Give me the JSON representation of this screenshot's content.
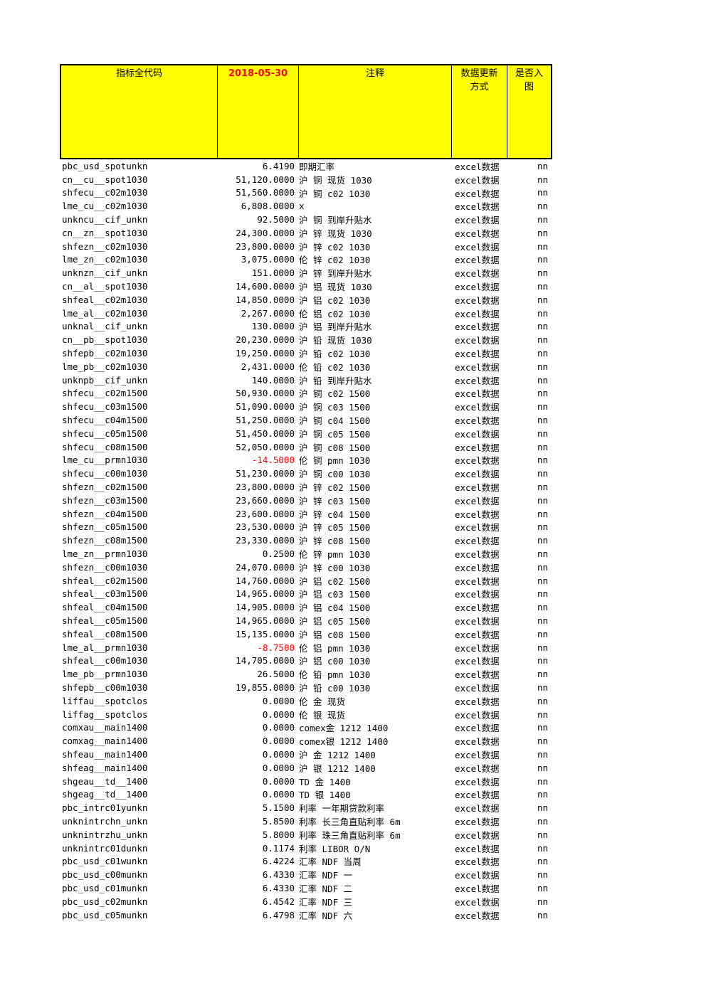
{
  "header": {
    "code": "指标全代码",
    "date": "2018-05-30",
    "note": "注释",
    "update_line1": "数据更新",
    "update_line2": "方式",
    "chart_line1": "是否入",
    "chart_line2": "图"
  },
  "rows": [
    {
      "code": "pbc_usd_spotunkn",
      "value": "6.4190",
      "note": "即期汇率",
      "method": "excel数据",
      "flag": "nn",
      "neg": false
    },
    {
      "code": "cn__cu__spot1030",
      "value": "51,120.0000",
      "note": "沪 铜 现货 1030",
      "method": "excel数据",
      "flag": "nn",
      "neg": false
    },
    {
      "code": "shfecu__c02m1030",
      "value": "51,560.0000",
      "note": "沪 铜 c02 1030",
      "method": "excel数据",
      "flag": "nn",
      "neg": false
    },
    {
      "code": "lme_cu__c02m1030",
      "value": "6,808.0000",
      "note": "x",
      "method": "excel数据",
      "flag": "nn",
      "neg": false
    },
    {
      "code": "unkncu__cif_unkn",
      "value": "92.5000",
      "note": "沪 铜 到岸升贴水",
      "method": "excel数据",
      "flag": "nn",
      "neg": false
    },
    {
      "code": "cn__zn__spot1030",
      "value": "24,300.0000",
      "note": "沪 锌 现货 1030",
      "method": "excel数据",
      "flag": "nn",
      "neg": false
    },
    {
      "code": "shfezn__c02m1030",
      "value": "23,800.0000",
      "note": "沪 锌 c02 1030",
      "method": "excel数据",
      "flag": "nn",
      "neg": false
    },
    {
      "code": "lme_zn__c02m1030",
      "value": "3,075.0000",
      "note": "伦 锌 c02 1030",
      "method": "excel数据",
      "flag": "nn",
      "neg": false
    },
    {
      "code": "unknzn__cif_unkn",
      "value": "151.0000",
      "note": "沪 锌 到岸升贴水",
      "method": "excel数据",
      "flag": "nn",
      "neg": false
    },
    {
      "code": "cn__al__spot1030",
      "value": "14,600.0000",
      "note": "沪 铝 现货 1030",
      "method": "excel数据",
      "flag": "nn",
      "neg": false
    },
    {
      "code": "shfeal__c02m1030",
      "value": "14,850.0000",
      "note": "沪 铝 c02 1030",
      "method": "excel数据",
      "flag": "nn",
      "neg": false
    },
    {
      "code": "lme_al__c02m1030",
      "value": "2,267.0000",
      "note": "伦 铝 c02 1030",
      "method": "excel数据",
      "flag": "nn",
      "neg": false
    },
    {
      "code": "unknal__cif_unkn",
      "value": "130.0000",
      "note": "沪 铝 到岸升贴水",
      "method": "excel数据",
      "flag": "nn",
      "neg": false
    },
    {
      "code": "cn__pb__spot1030",
      "value": "20,230.0000",
      "note": "沪 铅 现货 1030",
      "method": "excel数据",
      "flag": "nn",
      "neg": false
    },
    {
      "code": "shfepb__c02m1030",
      "value": "19,250.0000",
      "note": "沪 铅 c02 1030",
      "method": "excel数据",
      "flag": "nn",
      "neg": false
    },
    {
      "code": "lme_pb__c02m1030",
      "value": "2,431.0000",
      "note": "伦 铅 c02 1030",
      "method": "excel数据",
      "flag": "nn",
      "neg": false
    },
    {
      "code": "unknpb__cif_unkn",
      "value": "140.0000",
      "note": "沪 铅 到岸升贴水",
      "method": "excel数据",
      "flag": "nn",
      "neg": false
    },
    {
      "code": "shfecu__c02m1500",
      "value": "50,930.0000",
      "note": "沪 铜 c02 1500",
      "method": "excel数据",
      "flag": "nn",
      "neg": false
    },
    {
      "code": "shfecu__c03m1500",
      "value": "51,090.0000",
      "note": "沪 铜 c03 1500",
      "method": "excel数据",
      "flag": "nn",
      "neg": false
    },
    {
      "code": "shfecu__c04m1500",
      "value": "51,250.0000",
      "note": "沪 铜 c04 1500",
      "method": "excel数据",
      "flag": "nn",
      "neg": false
    },
    {
      "code": "shfecu__c05m1500",
      "value": "51,450.0000",
      "note": "沪 铜 c05 1500",
      "method": "excel数据",
      "flag": "nn",
      "neg": false
    },
    {
      "code": "shfecu__c08m1500",
      "value": "52,050.0000",
      "note": "沪 铜 c08 1500",
      "method": "excel数据",
      "flag": "nn",
      "neg": false
    },
    {
      "code": "lme_cu__prmn1030",
      "value": "-14.5000",
      "note": "伦 铜 pmn 1030",
      "method": "excel数据",
      "flag": "nn",
      "neg": true
    },
    {
      "code": "shfecu__c00m1030",
      "value": "51,230.0000",
      "note": "沪 铜 c00 1030",
      "method": "excel数据",
      "flag": "nn",
      "neg": false
    },
    {
      "code": "shfezn__c02m1500",
      "value": "23,800.0000",
      "note": "沪 锌 c02 1500",
      "method": "excel数据",
      "flag": "nn",
      "neg": false
    },
    {
      "code": "shfezn__c03m1500",
      "value": "23,660.0000",
      "note": "沪 锌 c03 1500",
      "method": "excel数据",
      "flag": "nn",
      "neg": false
    },
    {
      "code": "shfezn__c04m1500",
      "value": "23,600.0000",
      "note": "沪 锌 c04 1500",
      "method": "excel数据",
      "flag": "nn",
      "neg": false
    },
    {
      "code": "shfezn__c05m1500",
      "value": "23,530.0000",
      "note": "沪 锌 c05 1500",
      "method": "excel数据",
      "flag": "nn",
      "neg": false
    },
    {
      "code": "shfezn__c08m1500",
      "value": "23,330.0000",
      "note": "沪 锌 c08 1500",
      "method": "excel数据",
      "flag": "nn",
      "neg": false
    },
    {
      "code": "lme_zn__prmn1030",
      "value": "0.2500",
      "note": "伦 锌 pmn 1030",
      "method": "excel数据",
      "flag": "nn",
      "neg": false
    },
    {
      "code": "shfezn__c00m1030",
      "value": "24,070.0000",
      "note": "沪 锌 c00 1030",
      "method": "excel数据",
      "flag": "nn",
      "neg": false
    },
    {
      "code": "shfeal__c02m1500",
      "value": "14,760.0000",
      "note": "沪 铝 c02 1500",
      "method": "excel数据",
      "flag": "nn",
      "neg": false
    },
    {
      "code": "shfeal__c03m1500",
      "value": "14,965.0000",
      "note": "沪 铝 c03 1500",
      "method": "excel数据",
      "flag": "nn",
      "neg": false
    },
    {
      "code": "shfeal__c04m1500",
      "value": "14,905.0000",
      "note": "沪 铝 c04 1500",
      "method": "excel数据",
      "flag": "nn",
      "neg": false
    },
    {
      "code": "shfeal__c05m1500",
      "value": "14,965.0000",
      "note": "沪 铝 c05 1500",
      "method": "excel数据",
      "flag": "nn",
      "neg": false
    },
    {
      "code": "shfeal__c08m1500",
      "value": "15,135.0000",
      "note": "沪 铝 c08 1500",
      "method": "excel数据",
      "flag": "nn",
      "neg": false
    },
    {
      "code": "lme_al__prmn1030",
      "value": "-8.7500",
      "note": "伦 铝 pmn 1030",
      "method": "excel数据",
      "flag": "nn",
      "neg": true
    },
    {
      "code": "shfeal__c00m1030",
      "value": "14,705.0000",
      "note": "沪 铝 c00 1030",
      "method": "excel数据",
      "flag": "nn",
      "neg": false
    },
    {
      "code": "lme_pb__prmn1030",
      "value": "26.5000",
      "note": "伦 铅 pmn 1030",
      "method": "excel数据",
      "flag": "nn",
      "neg": false
    },
    {
      "code": "shfepb__c00m1030",
      "value": "19,855.0000",
      "note": "沪 铅 c00 1030",
      "method": "excel数据",
      "flag": "nn",
      "neg": false
    },
    {
      "code": "liffau__spotclos",
      "value": "0.0000",
      "note": "伦 金 现货",
      "method": "excel数据",
      "flag": "nn",
      "neg": false
    },
    {
      "code": "liffag__spotclos",
      "value": "0.0000",
      "note": "伦 银 现货",
      "method": "excel数据",
      "flag": "nn",
      "neg": false
    },
    {
      "code": "comxau__main1400",
      "value": "0.0000",
      "note": "comex金 1212 1400",
      "method": "excel数据",
      "flag": "nn",
      "neg": false
    },
    {
      "code": "comxag__main1400",
      "value": "0.0000",
      "note": "comex银 1212 1400",
      "method": "excel数据",
      "flag": "nn",
      "neg": false
    },
    {
      "code": "shfeau__main1400",
      "value": "0.0000",
      "note": "沪 金 1212 1400",
      "method": "excel数据",
      "flag": "nn",
      "neg": false
    },
    {
      "code": "shfeag__main1400",
      "value": "0.0000",
      "note": "沪 银 1212 1400",
      "method": "excel数据",
      "flag": "nn",
      "neg": false
    },
    {
      "code": "shgeau__td__1400",
      "value": "0.0000",
      "note": "TD 金 1400",
      "method": "excel数据",
      "flag": "nn",
      "neg": false
    },
    {
      "code": "shgeag__td__1400",
      "value": "0.0000",
      "note": "TD 银 1400",
      "method": "excel数据",
      "flag": "nn",
      "neg": false
    },
    {
      "code": "pbc_intrc01yunkn",
      "value": "5.1500",
      "note": "利率 一年期贷款利率",
      "method": "excel数据",
      "flag": "nn",
      "neg": false
    },
    {
      "code": "unknintrchn_unkn",
      "value": "5.8500",
      "note": "利率 长三角直贴利率 6m",
      "method": "excel数据",
      "flag": "nn",
      "neg": false
    },
    {
      "code": "unknintrzhu_unkn",
      "value": "5.8000",
      "note": "利率 珠三角直贴利率 6m",
      "method": "excel数据",
      "flag": "nn",
      "neg": false
    },
    {
      "code": "unknintrc01dunkn",
      "value": "0.1174",
      "note": "利率 LIBOR O/N",
      "method": "excel数据",
      "flag": "nn",
      "neg": false
    },
    {
      "code": "pbc_usd_c01wunkn",
      "value": "6.4224",
      "note": "汇率 NDF 当周",
      "method": "excel数据",
      "flag": "nn",
      "neg": false
    },
    {
      "code": "pbc_usd_c00munkn",
      "value": "6.4330",
      "note": "汇率 NDF 一",
      "method": "excel数据",
      "flag": "nn",
      "neg": false
    },
    {
      "code": "pbc_usd_c01munkn",
      "value": "6.4330",
      "note": "汇率 NDF 二",
      "method": "excel数据",
      "flag": "nn",
      "neg": false
    },
    {
      "code": "pbc_usd_c02munkn",
      "value": "6.4542",
      "note": "汇率 NDF 三",
      "method": "excel数据",
      "flag": "nn",
      "neg": false
    },
    {
      "code": "pbc_usd_c05munkn",
      "value": "6.4798",
      "note": "汇率 NDF 六",
      "method": "excel数据",
      "flag": "nn",
      "neg": false
    }
  ],
  "colors": {
    "header_bg": "#ffff00",
    "date_color": "#ff0000",
    "negative": "#ff0000"
  }
}
